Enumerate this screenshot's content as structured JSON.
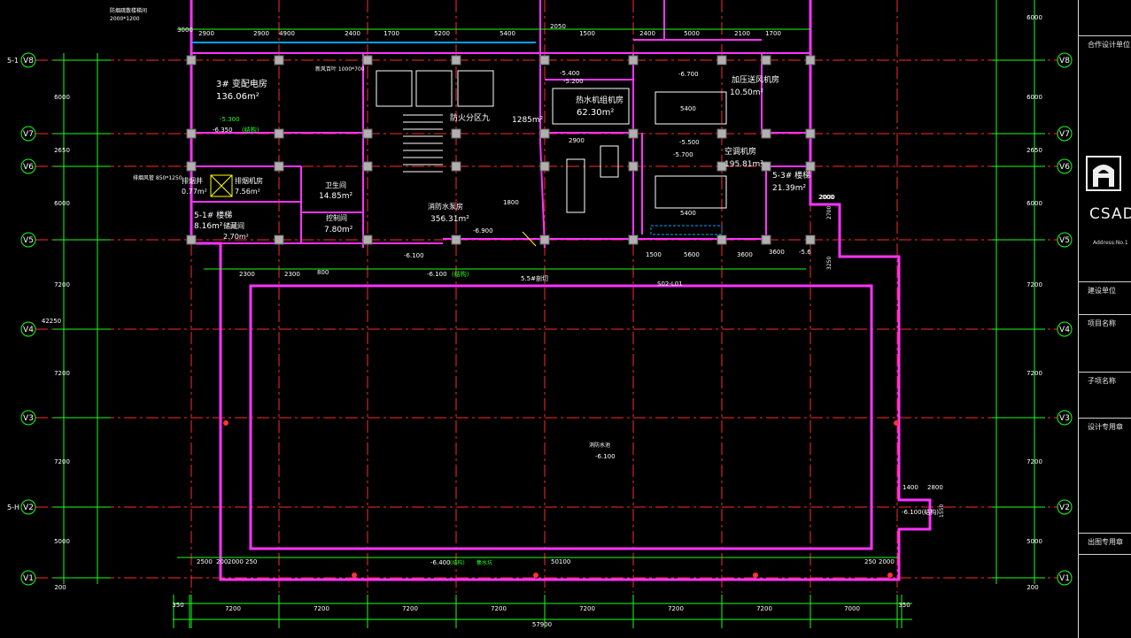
{
  "drawing": {
    "colors": {
      "background": "#000000",
      "grid_axis": "#ff2a2a",
      "dimension": "#19ff19",
      "wall": "#ff33ff",
      "column": "#b0b0b0",
      "text": "#ffffff",
      "annotation": "#19ff19",
      "stair": "#ffff00",
      "duct": "#00a2ff"
    },
    "row_axes_left": [
      "V8",
      "V7",
      "V6",
      "V5",
      "V4",
      "V3",
      "V2",
      "V1"
    ],
    "row_axes_right": [
      "V8",
      "V7",
      "V6",
      "V5",
      "V4",
      "V3",
      "V2",
      "V1"
    ],
    "row_axis_prefixes": {
      "v8": "5-1",
      "v2": "5-H"
    },
    "row_spacings": [
      "6000",
      "2650",
      "6000",
      "7200",
      "7200",
      "7200",
      "5000"
    ],
    "row_spacings_right": [
      "6000",
      "2650",
      "6000",
      "7200",
      "7200",
      "7200",
      "5000"
    ],
    "left_overall_dim": "42250",
    "left_bottom_offset": "200",
    "right_bottom_offset": "200",
    "right_top_dim": "6000",
    "bottom_spacings": [
      "7200",
      "7200",
      "7200",
      "7200",
      "7200",
      "7200",
      "7200",
      "7000"
    ],
    "bottom_edge_left": "350",
    "bottom_edge_right": "350",
    "bottom_total": "57900",
    "top_dims": [
      "2900",
      "2900",
      "4900",
      "2400",
      "1700",
      "5200",
      "5400",
      "2050",
      "1500",
      "2400",
      "5000",
      "2100",
      "1700"
    ],
    "top_left_label": "3000",
    "top_stair_note": "防烟疏散楼梯间",
    "top_size_note": "2000*1200",
    "rooms": [
      {
        "name": "3# 变配电房",
        "area": "136.06m²",
        "elev": "-5.300"
      },
      {
        "name": "5-1# 楼梯",
        "area": "8.16m²"
      },
      {
        "name": "排烟井",
        "area": "0.77m²"
      },
      {
        "name": "排烟机房",
        "area": "7.56m²"
      },
      {
        "name": "储藏间",
        "area": "2.70m²"
      },
      {
        "name": "卫生间",
        "area": "14.85m²"
      },
      {
        "name": "控制间",
        "area": "7.80m²"
      },
      {
        "name": "消防水泵房",
        "area": "356.31m²"
      },
      {
        "name": "防火分区九",
        "area": "1285m²"
      },
      {
        "name": "热水机组机房",
        "area": "62.30m²"
      },
      {
        "name": "空调机房",
        "area": "195.81m²"
      },
      {
        "name": "加压送风机房",
        "area": "10.50m²"
      },
      {
        "name": "5-3# 楼梯",
        "area": "21.39m²"
      }
    ],
    "elevations": [
      "-6.350",
      "-6.900",
      "-6.100",
      "-5.700",
      "-5.500",
      "-5.400",
      "-6.700",
      "-5.200",
      "-6.100",
      "-5.6"
    ],
    "elev_tag": "(结构)",
    "pool": {
      "name": "消防水池",
      "elev": "-6.100"
    },
    "pool_bottom_dims": [
      "2500",
      "200",
      "2000",
      "250",
      "50100",
      "250",
      "2000"
    ],
    "pool_bottom_elev": "-6.400",
    "pool_bottom_note": "集水坑",
    "notch_dims": [
      "1400",
      "2800"
    ],
    "notch_elev": "-6.100(结构)",
    "notch_height": "1550",
    "right_wing_dims": [
      "2000",
      "2700",
      "3250"
    ],
    "mid_dims": [
      "2300",
      "2300",
      "800",
      "3600",
      "3600",
      "5600",
      "1500",
      "2900",
      "5400",
      "5400",
      "1800",
      "2000"
    ],
    "pipe_size_note": "排烟风管 850*1250",
    "duct_note": "新风百叶 1000*700",
    "section_ref": "5.5#剖切",
    "axis_bottom_ref": "S02-L01"
  },
  "title_block": {
    "rows": [
      "合作设计单位",
      "建设单位",
      "项目名称",
      "子项名称",
      "设计专用章",
      "出图专用章"
    ],
    "logo": "logo-icon",
    "brand": "CSAD",
    "address": "Address:No.1"
  }
}
